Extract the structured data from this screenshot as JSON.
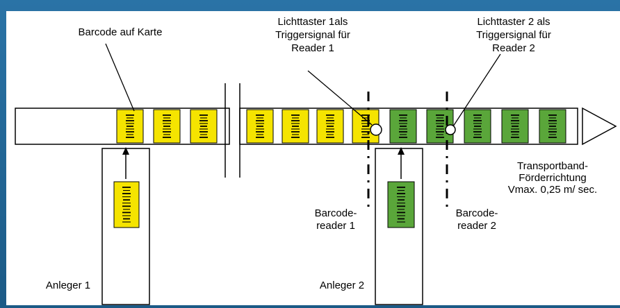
{
  "labels": {
    "barcode_on_card": "Barcode auf Karte",
    "sensor1": [
      "Lichttaster 1als",
      "Triggersignal für",
      "Reader 1"
    ],
    "sensor2": [
      "Lichttaster 2 als",
      "Triggersignal für",
      "Reader 2"
    ],
    "conveyor": [
      "Transportband-",
      "Förderrichtung",
      "Vmax. 0,25 m/ sec."
    ],
    "reader1": [
      "Barcode-",
      "reader 1"
    ],
    "reader2": [
      "Barcode-",
      "reader 2"
    ],
    "feeder1": "Anleger 1",
    "feeder2": "Anleger 2"
  },
  "colors": {
    "frame": "#1f5f8b",
    "card_yellow": "#f5e400",
    "card_green": "#5aa63a",
    "line": "#000000",
    "background": "#ffffff"
  }
}
